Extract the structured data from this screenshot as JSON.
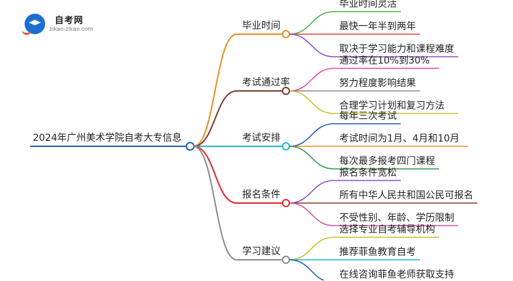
{
  "logo": {
    "title": "自考网",
    "subtitle": "zikao-zikao.com"
  },
  "root": {
    "label": "2024年广州美术学院自考大专信息"
  },
  "branches": [
    {
      "label": "毕业时间",
      "color": "#f08a1c",
      "leaves": [
        "毕业时间灵活",
        "最快一年半到两年",
        "取决于学习能力和课程难度"
      ],
      "leafColors": [
        "#49b04a",
        "#e8443a",
        "#8a4fc7"
      ]
    },
    {
      "label": "考试通过率",
      "color": "#7a3b2e",
      "leaves": [
        "通过率在10%到30%",
        "努力程度影响结果",
        "合理学习计划和复习方法"
      ],
      "leafColors": [
        "#e04ba7",
        "#8a8a8a",
        "#c6c22a"
      ]
    },
    {
      "label": "考试安排",
      "color": "#1fb8cf",
      "leaves": [
        "每年三次考试",
        "考试时间为1月、4月和10月",
        "每次最多报考四门课程"
      ],
      "leafColors": [
        "#1f5fb3",
        "#f08a1c",
        "#2e9a45"
      ]
    },
    {
      "label": "报名条件",
      "color": "#e0262e",
      "leaves": [
        "报名条件宽松",
        "所有中华人民共和国公民可报名",
        "不受性别、年龄、学历限制"
      ],
      "leafColors": [
        "#8a4fc7",
        "#7a3b2e",
        "#e04ba7"
      ]
    },
    {
      "label": "学习建议",
      "color": "#8a8a8a",
      "leaves": [
        "选择专业自考辅导机构",
        "推荐菲鱼教育自考",
        "在线咨询菲鱼老师获取支持"
      ],
      "leafColors": [
        "#c6c22a",
        "#1fb8cf",
        "#1f5fb3"
      ]
    }
  ],
  "rootColor": "#1f5fb3"
}
